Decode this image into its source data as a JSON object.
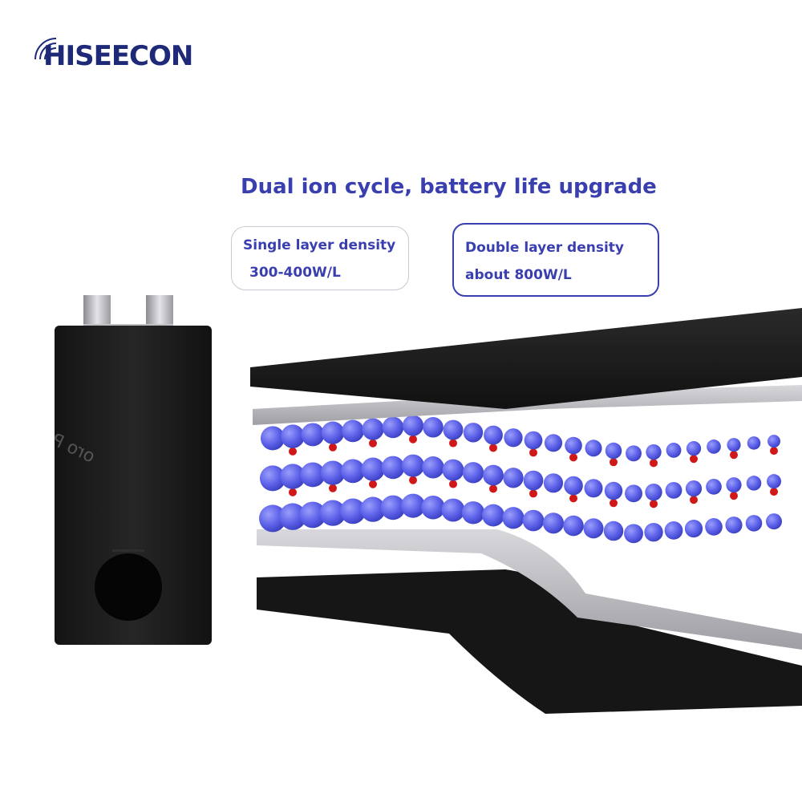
{
  "brand": {
    "logo_text": "HISEECON",
    "accent": "#1e2a78"
  },
  "headline": "Dual ion cycle, battery life upgrade",
  "specs": {
    "single": {
      "label": "Single layer density",
      "value": "300-400W/L"
    },
    "double": {
      "label": "Double layer density",
      "value": "about 800W/L"
    }
  },
  "watermark": "oro Parts",
  "colors": {
    "text_accent": "#3a3fb0",
    "ion_blue": "#5b60e8",
    "ion_red": "#d01818",
    "layer_black": "#1a1a1a",
    "foil_grey": "#b9b9bd"
  },
  "icons": {
    "logo_mark": "signal-rings-icon"
  }
}
